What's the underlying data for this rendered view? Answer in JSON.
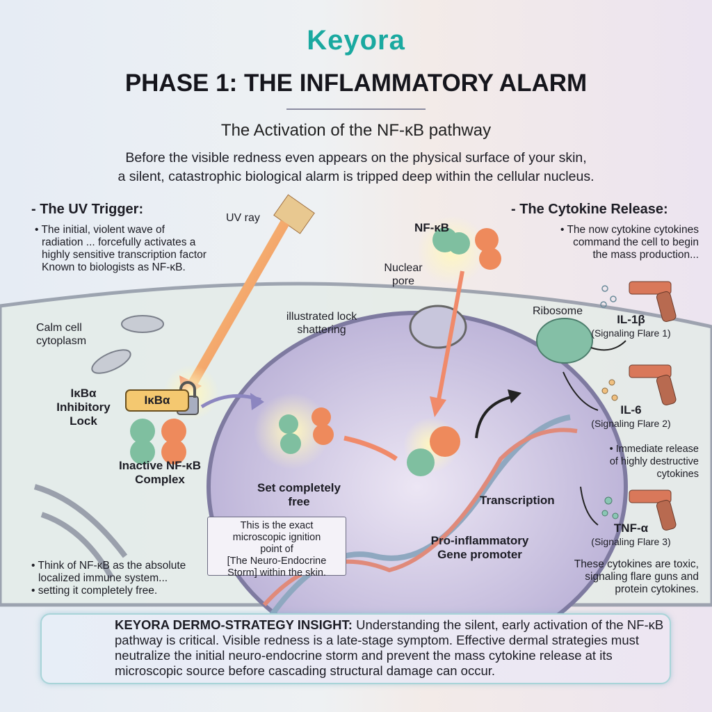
{
  "brand": {
    "logo": "Keyora",
    "accent": "#1aa9a0"
  },
  "header": {
    "title": "PHASE 1: THE INFLAMMATORY ALARM",
    "subtitle": "The Activation of the NF-κB pathway",
    "intro_line1": "Before the visible redness even appears on the physical surface of your skin,",
    "intro_line2": "a silent, catastrophic biological alarm is tripped deep within the cellular nucleus."
  },
  "left": {
    "heading": "- The UV Trigger:",
    "bullet": [
      "• The initial, violent wave of",
      "radiation ... forcefully activates a",
      "highly sensitive transcription factor",
      "Known to biologists as NF-κB."
    ],
    "bottom_bullets": [
      "• Think of NF-κB as the absolute",
      "localized immune system...",
      "• setting it completely free."
    ]
  },
  "labels": {
    "uv_ray": "UV ray",
    "cytoplasm": [
      "Calm cell",
      "cytoplasm"
    ],
    "lock_label": [
      "IκBα",
      "Inhibitory",
      "Lock"
    ],
    "ikba": "IκBα",
    "inactive": [
      "Inactive NF-κB",
      "Complex"
    ],
    "lock_shatter": [
      "illustrated lock",
      "shattering"
    ],
    "free": [
      "Set completely",
      "free"
    ],
    "info": [
      "This is the exact",
      "microscopic ignition",
      "point of",
      "[The Neuro-Endocrine",
      "Storm] within the skin."
    ],
    "nfkb": "NF-κB",
    "nuclear_pore": [
      "Nuclear",
      "pore"
    ],
    "transcription": "Transcription",
    "promoter": [
      "Pro-inflammatory",
      "Gene promoter"
    ],
    "ribosome": "Ribosome"
  },
  "right": {
    "heading": "- The Cytokine Release:",
    "bullet": [
      "• The now cytokine cytokines",
      "command the cell to begin",
      "the mass production..."
    ],
    "cytokines": [
      {
        "name": "IL-1β",
        "sub": "(Signaling Flare 1)"
      },
      {
        "name": "IL-6",
        "sub": "(Signaling Flare 2)"
      },
      {
        "name": "TNF-α",
        "sub": "(Signaling Flare 3)"
      }
    ],
    "il6_note": [
      "• Immediate release",
      "of highly destructive",
      "cytokines"
    ],
    "closing": [
      "These cytokines are toxic,",
      "signaling flare guns and",
      "protein cytokines."
    ]
  },
  "insight": {
    "label": "KEYORA DERMO-STRATEGY INSIGHT:",
    "text": " Understanding the silent, early activation of the NF-κB pathway is critical. Visible redness is a late-stage symptom. Effective dermal strategies must neutralize the initial neuro-endocrine storm and prevent the mass cytokine release at its microscopic source before cascading structural damage can occur."
  }
}
